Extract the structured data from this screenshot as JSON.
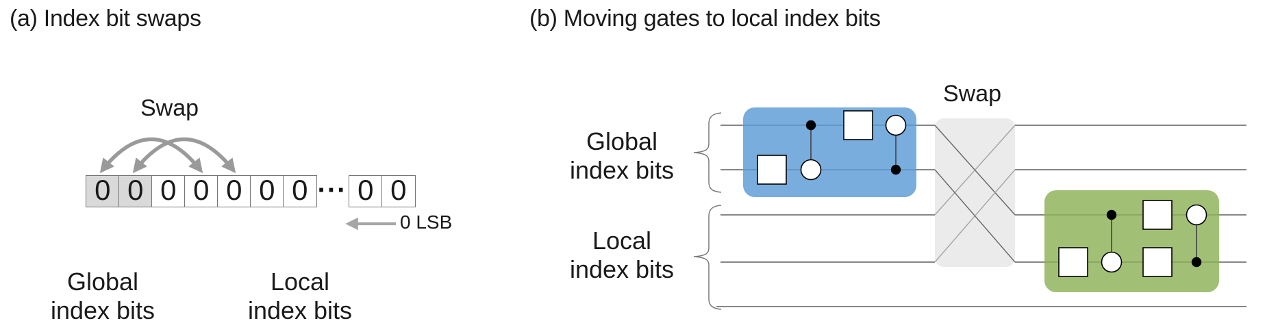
{
  "colors": {
    "global_gate_block_blue": "#7fb3e3",
    "local_gate_block_green": "#a8c57e",
    "swap_block_gray": "#ebebeb",
    "shaded_bit_cell_gray": "#d9d9d9",
    "swap_arrow_gray": "#9a9a9a",
    "wire_gray": "#5f5f5f"
  },
  "panel_a": {
    "title": "(a) Index bit swaps",
    "swap_label": "Swap",
    "bits_main": [
      "0",
      "0",
      "0",
      "0",
      "0",
      "0",
      "0"
    ],
    "bits_tail": [
      "0",
      "0"
    ],
    "shaded_cell_count": 2,
    "swap_pairs": [
      [
        0,
        3
      ],
      [
        1,
        4
      ]
    ],
    "ellipsis": "···",
    "lsb_label": "0 LSB",
    "global_label": [
      "Global",
      "index bits"
    ],
    "local_label": [
      "Local",
      "index bits"
    ]
  },
  "panel_b": {
    "title": "(b) Moving gates to local index bits",
    "swap_label": "Swap",
    "global_label": [
      "Global",
      "index bits"
    ],
    "local_label": [
      "Local",
      "index bits"
    ],
    "circuit": {
      "wire_count": 5,
      "global_wire_count": 2,
      "local_wire_count": 3,
      "swap_crossings": [
        [
          1,
          3
        ],
        [
          2,
          4
        ]
      ],
      "global_block_gates": [
        "square(q2)",
        "dot(q1)+circle(q2)",
        "square(q1)",
        "circle(q1)+dot(q2)"
      ],
      "local_block_gates": [
        "square(q4)",
        "dot(q3)+circle(q4)",
        "square(q3)+square(q4)",
        "circle(q3)+dot(q4)"
      ]
    }
  }
}
